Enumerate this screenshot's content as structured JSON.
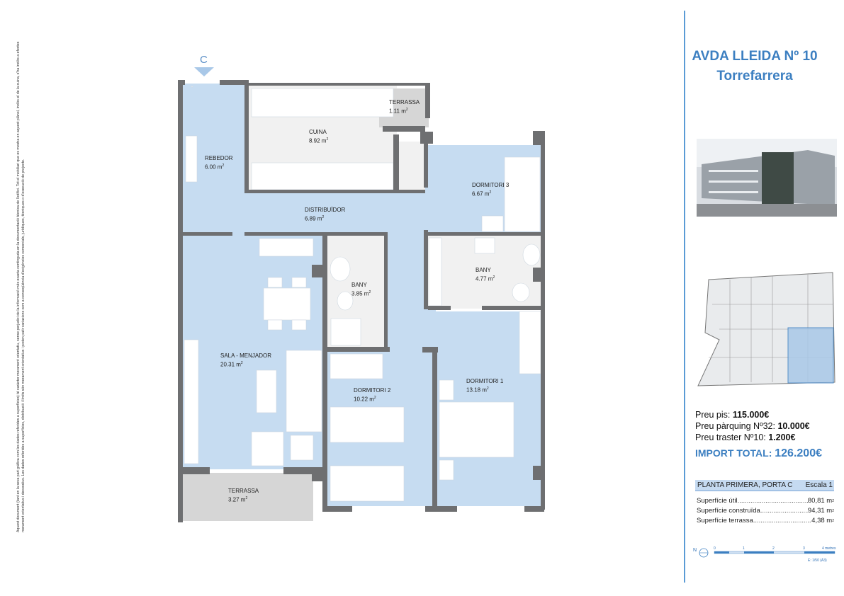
{
  "disclaimer": "Aquest document (tant en la seva part gràfica com les dades referides a superfícies) té caràcter merament orientatiu, sense perjudici de la informació més exacta continguda en la documentació tècnica de l'edifici. Tot el mobiliari que es mostra en aquest plànol, inclòs el de la cuina, s'ha inclòs a efectes merament orientatius i decoratius. Les dades referides a superfícies, distribució i límits són merament orientatius i poden patir variacions com a conseqüència d'exigències comercials, jurídiques, tècniques o d'execució de projecte.",
  "entrance_label": "C",
  "rooms": {
    "rebedor": {
      "name": "REBEDOR",
      "area": "6.00 m"
    },
    "cuina": {
      "name": "CUINA",
      "area": "8.92 m"
    },
    "terrassa_top": {
      "name": "TERRASSA",
      "area": "1.11 m"
    },
    "dormitori3": {
      "name": "DORMITORI 3",
      "area": "6.67 m"
    },
    "distribuidor": {
      "name": "DISTRIBUÏDOR",
      "area": "6.89 m"
    },
    "bany_left": {
      "name": "BANY",
      "area": "3.85 m"
    },
    "bany_right": {
      "name": "BANY",
      "area": "4.77 m"
    },
    "sala": {
      "name": "SALA - MENJADOR",
      "area": "20.31 m"
    },
    "dormitori2": {
      "name": "DORMITORI 2",
      "area": "10.22 m"
    },
    "dormitori1": {
      "name": "DORMITORI 1",
      "area": "13.18 m"
    },
    "terrassa_bottom": {
      "name": "TERRASSA",
      "area": "3.27 m"
    },
    "sup": "2"
  },
  "header": {
    "title_line1": "AVDA LLEIDA Nº 10",
    "title_line2": "Torrefarrera"
  },
  "prices": {
    "pis_label": "Preu pis: ",
    "pis_value": "115.000€",
    "parking_label": "Preu pàrquing Nº32: ",
    "parking_value": "10.000€",
    "traster_label": "Preu traster Nº10: ",
    "traster_value": "1.200€",
    "total_label": "IMPORT TOTAL: ",
    "total_value": "126.200€"
  },
  "table": {
    "header_left": "PLANTA PRIMERA, PORTA C",
    "header_right": "Escala 1",
    "rows": [
      {
        "label": "Superfície útil",
        "value": "80,81 m"
      },
      {
        "label": "Superfície construïda",
        "value": "94,31 m"
      },
      {
        "label": "Superfície terrassa",
        "value": "4,38 m"
      }
    ]
  },
  "scale": {
    "north": "N",
    "ticks": [
      "0",
      "1",
      "2",
      "3",
      "4 metres"
    ],
    "note": "E: 1/50  (A3)"
  },
  "colors": {
    "accent": "#3c7fc1",
    "room_blue": "#c6dcf1",
    "wall": "#6e6f71",
    "wet": "#f0f0f0",
    "terrace": "#d6d6d6"
  }
}
